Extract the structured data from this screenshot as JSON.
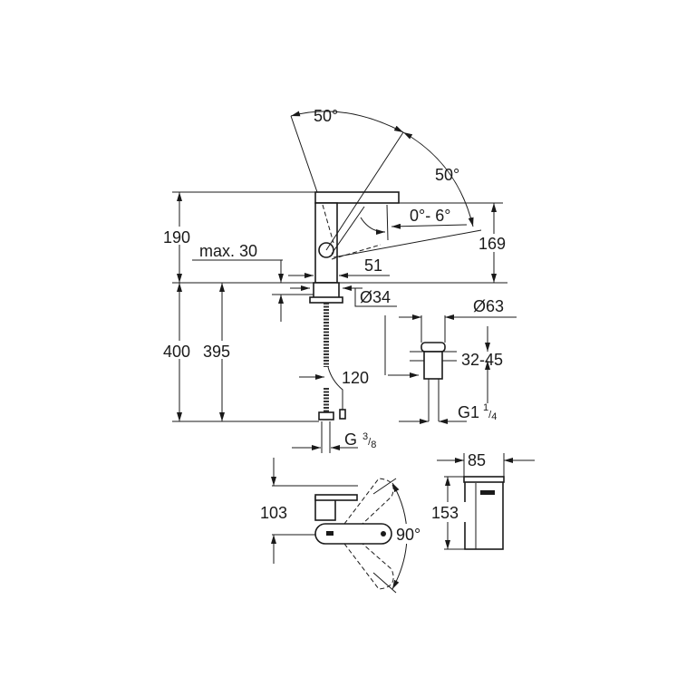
{
  "dimensions": {
    "angle_top": "50°",
    "angle_right": "50°",
    "tilt_range": "0°- 6°",
    "height_190": "190",
    "height_169": "169",
    "max_thickness": "max. 30",
    "width_51": "51",
    "diameter_34": "Ø34",
    "diameter_63": "Ø63",
    "height_400": "400",
    "height_395": "395",
    "range_32_45": "32-45",
    "width_120": "120",
    "thread_g1": "G1",
    "thread_g1_num": "1",
    "thread_g1_den": "4",
    "thread_g": "G",
    "thread_g_num": "3",
    "thread_g_den": "8",
    "width_85": "85",
    "height_103": "103",
    "height_153": "153",
    "angle_90": "90°"
  }
}
